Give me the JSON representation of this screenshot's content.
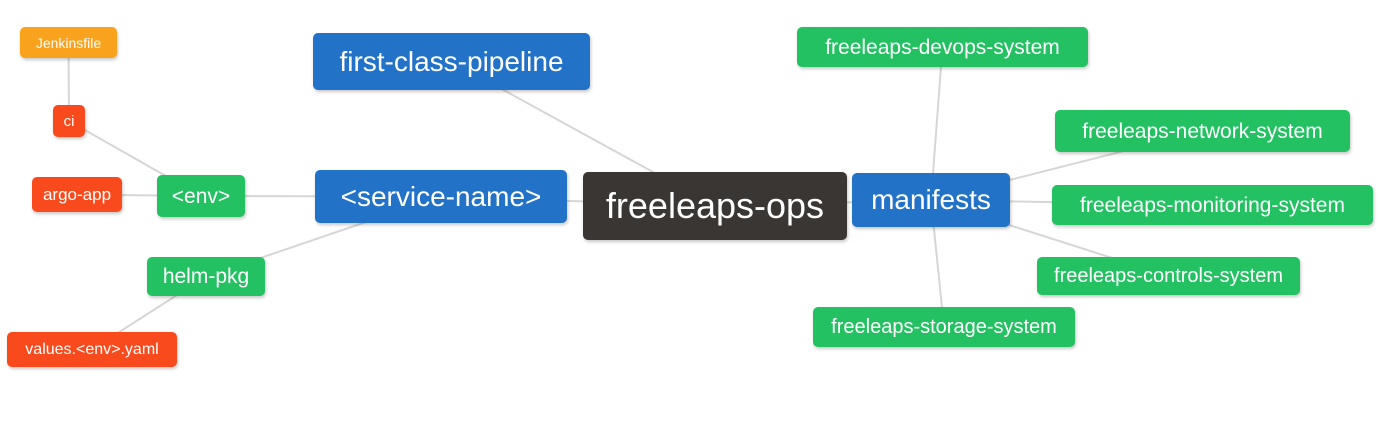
{
  "colors": {
    "blue": "#2272c8",
    "green": "#23c162",
    "red": "#f94a1d",
    "orange": "#f9a21e",
    "dark": "#3a3633",
    "edge": "#d6d6d6",
    "text": "#ffffff",
    "background": "#ffffff"
  },
  "nodes": {
    "jenkinsfile": {
      "label": "Jenkinsfile",
      "color": "orange"
    },
    "ci": {
      "label": "ci",
      "color": "red"
    },
    "argo_app": {
      "label": "argo-app",
      "color": "red"
    },
    "env": {
      "label": "<env>",
      "color": "green"
    },
    "helm_pkg": {
      "label": "helm-pkg",
      "color": "green"
    },
    "values_env_yaml": {
      "label": "values.<env>.yaml",
      "color": "red"
    },
    "first_class_pipeline": {
      "label": "first-class-pipeline",
      "color": "blue"
    },
    "service_name": {
      "label": "<service-name>",
      "color": "blue"
    },
    "freeleaps_ops": {
      "label": "freeleaps-ops",
      "color": "dark"
    },
    "manifests": {
      "label": "manifests",
      "color": "blue"
    },
    "devops_system": {
      "label": "freeleaps-devops-system",
      "color": "green"
    },
    "network_system": {
      "label": "freeleaps-network-system",
      "color": "green"
    },
    "monitoring_system": {
      "label": "freeleaps-monitoring-system",
      "color": "green"
    },
    "controls_system": {
      "label": "freeleaps-controls-system",
      "color": "green"
    },
    "storage_system": {
      "label": "freeleaps-storage-system",
      "color": "green"
    }
  },
  "edges": [
    [
      "jenkinsfile",
      "ci"
    ],
    [
      "ci",
      "env"
    ],
    [
      "argo_app",
      "env"
    ],
    [
      "env",
      "service_name"
    ],
    [
      "helm_pkg",
      "service_name"
    ],
    [
      "values_env_yaml",
      "helm_pkg"
    ],
    [
      "first_class_pipeline",
      "freeleaps_ops"
    ],
    [
      "service_name",
      "freeleaps_ops"
    ],
    [
      "freeleaps_ops",
      "manifests"
    ],
    [
      "manifests",
      "devops_system"
    ],
    [
      "manifests",
      "network_system"
    ],
    [
      "manifests",
      "monitoring_system"
    ],
    [
      "manifests",
      "controls_system"
    ],
    [
      "manifests",
      "storage_system"
    ]
  ]
}
